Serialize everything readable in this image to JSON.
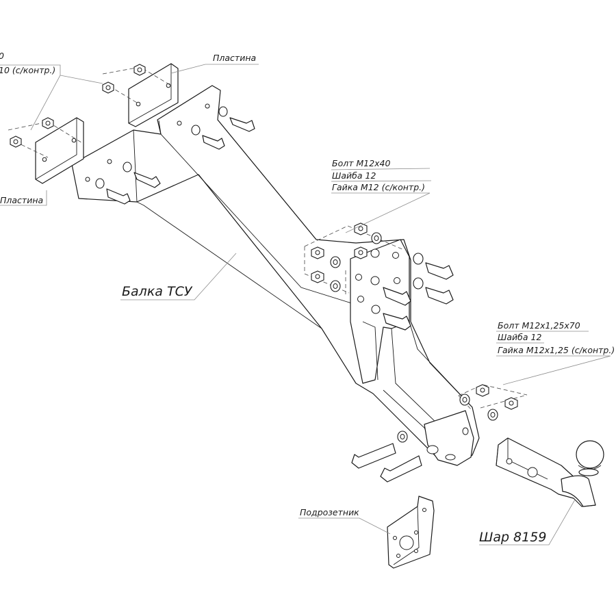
{
  "labels": {
    "top_left_partial_1": "0",
    "top_left_partial_2": "10 (с/контр.)",
    "plate_top": "Пластина",
    "plate_left": "Пластина",
    "beam": "Балка ТСУ",
    "ball": "Шар 8159",
    "socket_bracket": "Подрозетник"
  },
  "fastener_group_1": {
    "bolt": "Болт М12х40",
    "washer": "Шайба 12",
    "nut": "Гайка М12 (с/контр.)"
  },
  "fastener_group_2": {
    "bolt": "Болт М12х1,25х70",
    "washer": "Шайба 12",
    "nut": "Гайка М12х1,25 (с/контр.)"
  }
}
